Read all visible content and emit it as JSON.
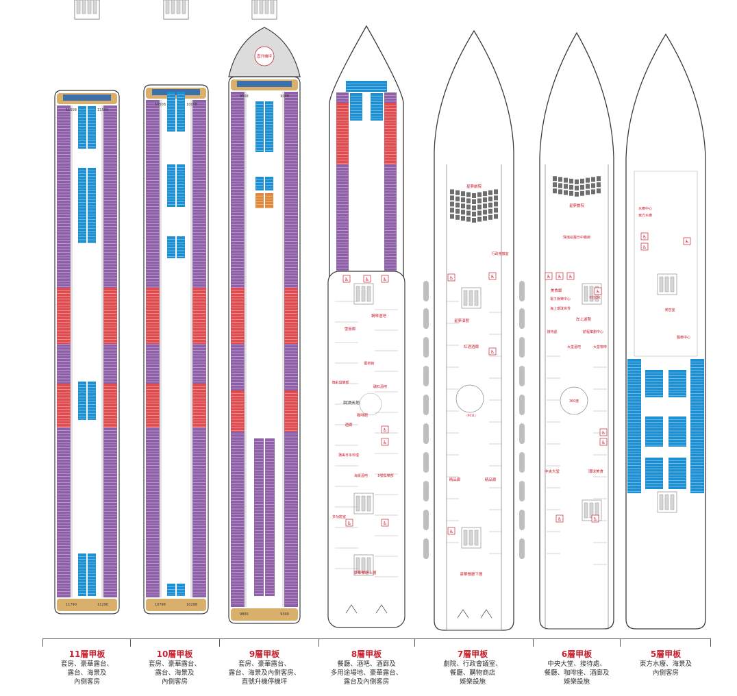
{
  "palette": {
    "purple": "#8e5fa8",
    "red": "#e04b4f",
    "blue": "#1b8fd2",
    "gold": "#d9b06b",
    "orange": "#e0873a",
    "outline": "#3a3a3a",
    "accent_red": "#c8202e",
    "floor": "#ffffff",
    "pool": "#bfbfbf"
  },
  "decks": [
    {
      "id": "d11",
      "name": "11層甲板",
      "desc": [
        "套房、豪華露台、",
        "露台、海景及",
        "內側客房"
      ],
      "corner_labels": [
        "11508",
        "11500",
        "11790",
        "11290"
      ],
      "labels": []
    },
    {
      "id": "d10",
      "name": "10層甲板",
      "desc": [
        "套房、豪華露台、",
        "露台、海景及",
        "內側客房"
      ],
      "corner_labels": [
        "10508",
        "10008",
        "10798",
        "10298"
      ],
      "labels": []
    },
    {
      "id": "d9",
      "name": "9層甲板",
      "desc": [
        "套房、豪華露台、",
        "露台、海景及內側客房、",
        "直號升機停機坪"
      ],
      "corner_labels": [
        "9508",
        "9008",
        "9800",
        "9300"
      ],
      "labels": [
        "直升機坪"
      ]
    },
    {
      "id": "d8",
      "name": "8層甲板",
      "desc": [
        "餐廳、酒吧、酒廊及",
        "多用途場地、豪華露台、",
        "露台及內側客房"
      ],
      "corner_labels": [],
      "labels": [
        "鋼琴酒吧",
        "雪茄廊",
        "藝術館",
        "博彩俱樂部",
        "礦石酒吧",
        "咖啡館",
        "酒廊",
        "蒲美日本料理",
        "海景酒吧",
        "8號俱樂部",
        "多功能室",
        "豪華餐廳上層"
      ]
    },
    {
      "id": "d7",
      "name": "7層甲板",
      "desc": [
        "劇院、行政會議室、",
        "餐廳、購物商店",
        "娛樂設施"
      ],
      "corner_labels": [],
      "labels": [
        "星夢劇院",
        "行政會議室",
        "星夢演藝",
        "紅酒酒廊",
        "精品廊",
        "精品廊",
        "豪華餐廳下層"
      ]
    },
    {
      "id": "d6",
      "name": "6層甲板",
      "desc": [
        "中央大堂、接待處、",
        "餐廳、咖啡座、酒廊及",
        "娛樂設施"
      ],
      "corner_labels": [],
      "labels": [
        "星夢劇院",
        "珠璣名醫日中藥廊",
        "美食廊",
        "電子娛樂中心",
        "海上環球世界",
        "岸上遊覽",
        "接待處",
        "航程策劃中心",
        "大堂酒吧",
        "大堂咖啡",
        "中央大堂",
        "環球美食"
      ]
    },
    {
      "id": "d5",
      "name": "5層甲板",
      "desc": [
        "東方水療、海景及",
        "內側客房"
      ],
      "corner_labels": [],
      "labels": [
        "水療中心",
        "東方水療",
        "美容室",
        "醫療中心"
      ]
    }
  ]
}
